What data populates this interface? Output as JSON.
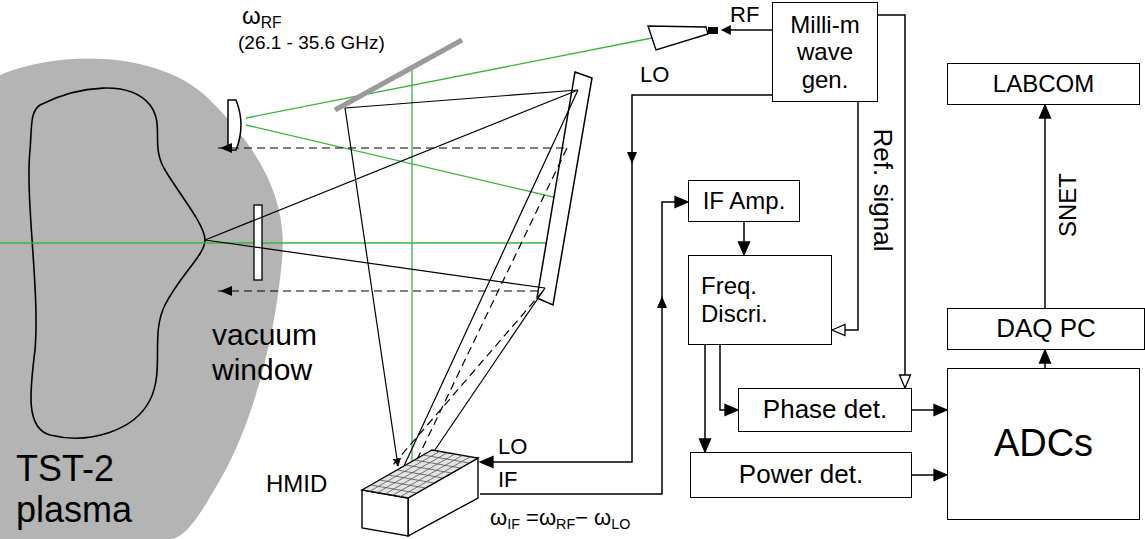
{
  "diagram": {
    "nodes": [
      {
        "text": [
          "TST-2 plasma"
        ]
      },
      {
        "text": [
          "Milli-m wave gen."
        ]
      },
      {
        "text": [
          "LABCOM"
        ]
      },
      {
        "text": [
          "IF Amp."
        ]
      },
      {
        "text": [
          "Freq. Discri."
        ]
      },
      {
        "text": [
          "DAQ PC"
        ]
      },
      {
        "text": [
          "Phase det."
        ]
      },
      {
        "text": [
          "ADCs"
        ]
      },
      {
        "text": [
          "HMID"
        ]
      },
      {
        "text": [
          "Power det."
        ]
      }
    ],
    "edges": [
      {
        "from": 1,
        "to": 8,
        "arrow": "to",
        "label": "LO"
      },
      {
        "from": 8,
        "to": 3,
        "arrow": "to",
        "label": "IF"
      },
      {
        "from": 1,
        "to": 4,
        "arrow": "to",
        "label": "Ref. signal"
      },
      {
        "from": 1,
        "to": 6,
        "arrow": "to"
      },
      {
        "from": 3,
        "to": 4,
        "arrow": "to"
      },
      {
        "from": 4,
        "to": 6,
        "arrow": "to"
      },
      {
        "from": 4,
        "to": 9,
        "arrow": "to"
      },
      {
        "from": 6,
        "to": 7,
        "arrow": "to"
      },
      {
        "from": 9,
        "to": 7,
        "arrow": "to"
      },
      {
        "from": 7,
        "to": 5,
        "arrow": "to"
      },
      {
        "from": 5,
        "to": 2,
        "arrow": "to",
        "label": "SNET"
      }
    ],
    "labels": [
      "ωRF",
      "(26.1 - 35.6 GHz)",
      "RF",
      "vacuum window",
      "LO",
      "ωIF =ωRF− ωLO"
    ]
  }
}
